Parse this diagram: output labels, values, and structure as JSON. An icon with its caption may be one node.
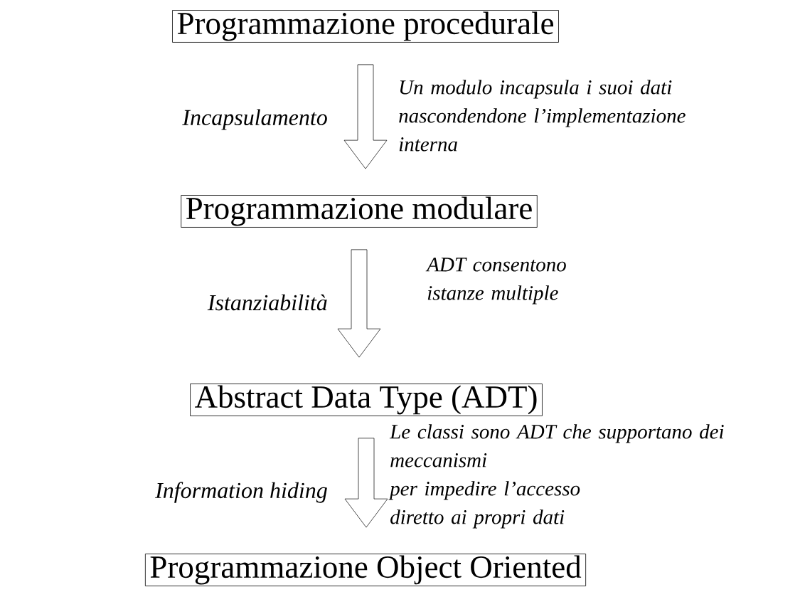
{
  "diagram": {
    "nodes": [
      {
        "text": [
          "Programmazione procedurale"
        ]
      },
      {
        "text": [
          "Programmazione modulare"
        ]
      },
      {
        "text": [
          "Abstract Data Type (ADT)"
        ]
      },
      {
        "text": [
          "Programmazione Object Oriented"
        ]
      }
    ],
    "edges": [
      {
        "from": 0,
        "to": 1,
        "arrow": "to",
        "label": "Incapsulamento"
      },
      {
        "from": 1,
        "to": 2,
        "arrow": "to",
        "label": "Istanziabilità"
      },
      {
        "from": 2,
        "to": 3,
        "arrow": "to",
        "label": "Information hiding"
      }
    ],
    "labels": [
      "Un modulo incapsula i suoi dati nascondendone l’implementazione interna",
      "ADT consentono istanze multiple",
      "Le classi sono ADT che supportano dei meccanismi",
      "per impedire l’accesso diretto ai propri dati"
    ]
  }
}
